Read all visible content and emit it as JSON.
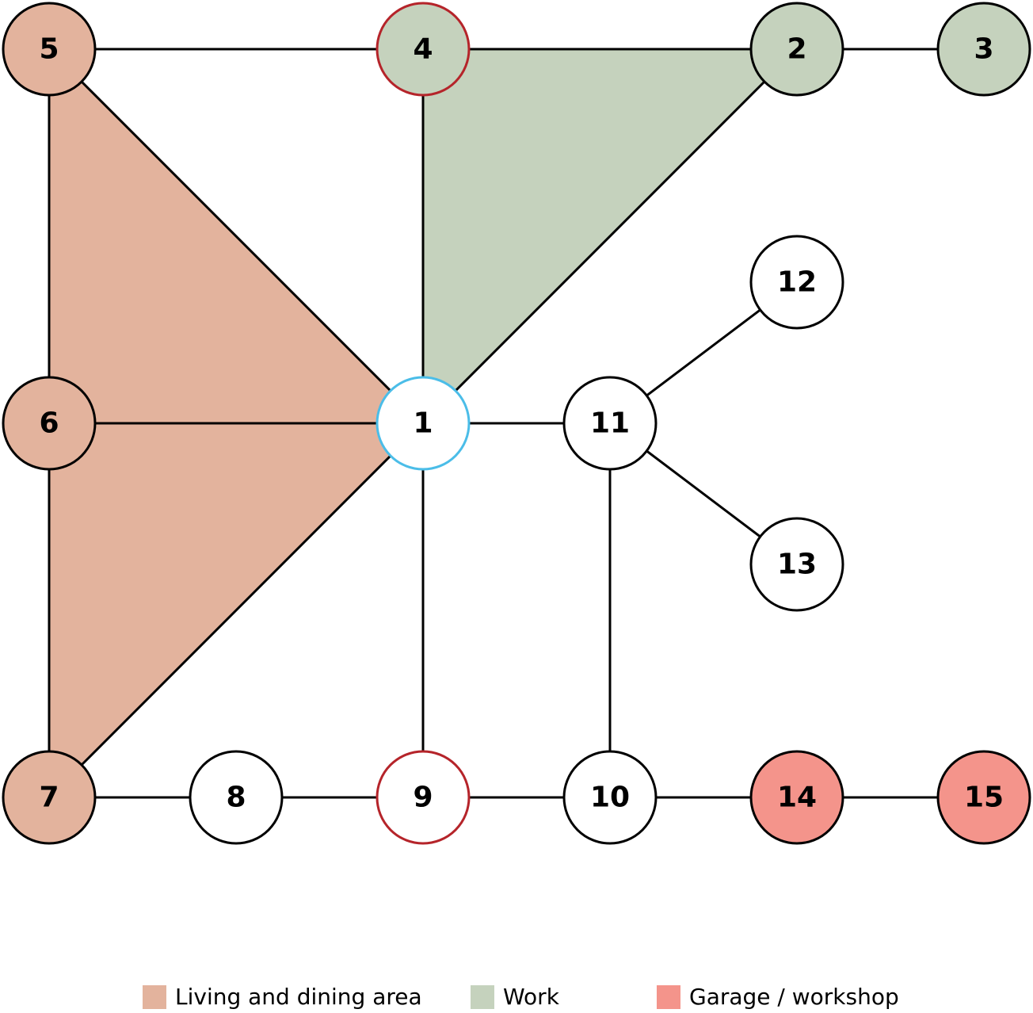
{
  "diagram": {
    "type": "room-adjacency-graph",
    "colors": {
      "living": "#e3b39d",
      "work": "#c5d2bd",
      "garage": "#f4948b",
      "plain": "#ffffff",
      "stroke_default": "#000000",
      "stroke_red": "#b5242a",
      "stroke_blue": "#4bbde8",
      "edge": "#000000"
    },
    "nodes": [
      {
        "id": "1",
        "label": "1",
        "fill": "plain",
        "stroke": "stroke_blue"
      },
      {
        "id": "2",
        "label": "2",
        "fill": "work",
        "stroke": "stroke_default"
      },
      {
        "id": "3",
        "label": "3",
        "fill": "work",
        "stroke": "stroke_default"
      },
      {
        "id": "4",
        "label": "4",
        "fill": "work",
        "stroke": "stroke_red"
      },
      {
        "id": "5",
        "label": "5",
        "fill": "living",
        "stroke": "stroke_default"
      },
      {
        "id": "6",
        "label": "6",
        "fill": "living",
        "stroke": "stroke_default"
      },
      {
        "id": "7",
        "label": "7",
        "fill": "living",
        "stroke": "stroke_default"
      },
      {
        "id": "8",
        "label": "8",
        "fill": "plain",
        "stroke": "stroke_default"
      },
      {
        "id": "9",
        "label": "9",
        "fill": "plain",
        "stroke": "stroke_red"
      },
      {
        "id": "10",
        "label": "10",
        "fill": "plain",
        "stroke": "stroke_default"
      },
      {
        "id": "11",
        "label": "11",
        "fill": "plain",
        "stroke": "stroke_default"
      },
      {
        "id": "12",
        "label": "12",
        "fill": "plain",
        "stroke": "stroke_default"
      },
      {
        "id": "13",
        "label": "13",
        "fill": "plain",
        "stroke": "stroke_default"
      },
      {
        "id": "14",
        "label": "14",
        "fill": "garage",
        "stroke": "stroke_default"
      },
      {
        "id": "15",
        "label": "15",
        "fill": "garage",
        "stroke": "stroke_default"
      }
    ],
    "edges": [
      [
        "5",
        "4"
      ],
      [
        "4",
        "2"
      ],
      [
        "2",
        "3"
      ],
      [
        "5",
        "6"
      ],
      [
        "5",
        "1"
      ],
      [
        "4",
        "1"
      ],
      [
        "2",
        "1"
      ],
      [
        "6",
        "1"
      ],
      [
        "6",
        "7"
      ],
      [
        "7",
        "1"
      ],
      [
        "1",
        "11"
      ],
      [
        "1",
        "9"
      ],
      [
        "11",
        "12"
      ],
      [
        "11",
        "13"
      ],
      [
        "11",
        "10"
      ],
      [
        "7",
        "8"
      ],
      [
        "8",
        "9"
      ],
      [
        "9",
        "10"
      ],
      [
        "10",
        "14"
      ],
      [
        "14",
        "15"
      ]
    ],
    "regions": [
      {
        "name": "living-region-upper",
        "fill": "living",
        "nodes": [
          "5",
          "1",
          "6"
        ]
      },
      {
        "name": "living-region-lower",
        "fill": "living",
        "nodes": [
          "6",
          "1",
          "7"
        ]
      },
      {
        "name": "work-region",
        "fill": "work",
        "nodes": [
          "4",
          "2",
          "1"
        ]
      }
    ]
  },
  "legend": {
    "items": [
      {
        "label": "Living and dining area",
        "color": "#e3b39d"
      },
      {
        "label": "Work",
        "color": "#c5d2bd"
      },
      {
        "label": "Garage / workshop",
        "color": "#f4948b"
      }
    ]
  }
}
